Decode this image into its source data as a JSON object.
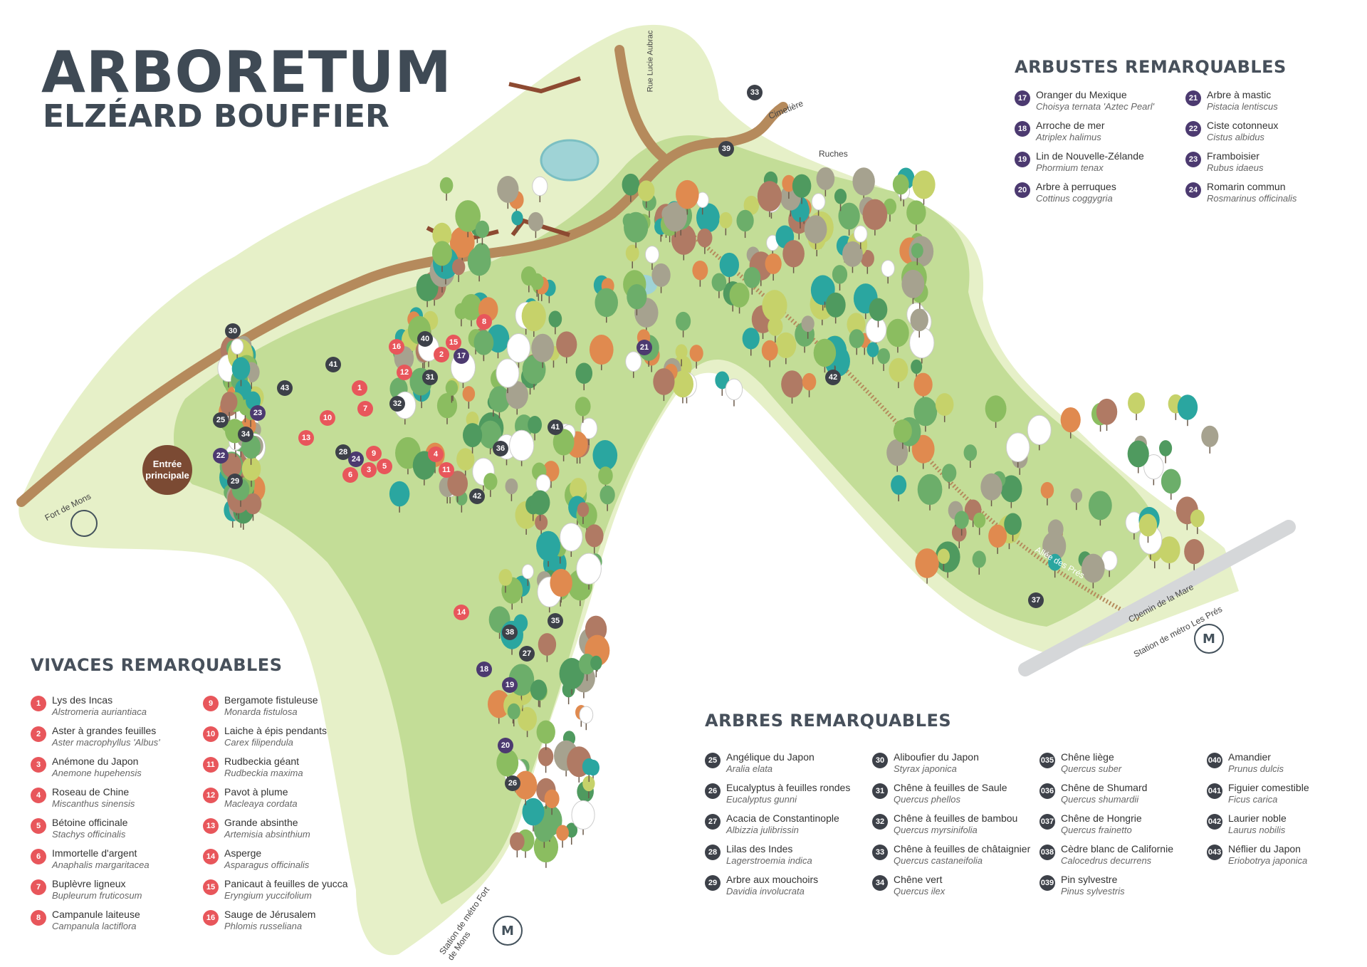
{
  "title": {
    "line1": "ARBORETUM",
    "line2": "ELZÉARD BOUFFIER"
  },
  "colors": {
    "vivaces": "#e8565b",
    "arbustes": "#4c3a70",
    "arbres": "#3d4149",
    "park": "#c3dd97",
    "park_light": "#e6f0c8",
    "path": "#b58a5c",
    "entry": "#7b4a33"
  },
  "map_labels": {
    "entree": "Entrée principale",
    "fort_de_mons": "Fort de Mons",
    "rue_lucie_aubrac": "Rue Lucie Aubrac",
    "cimetiere": "Cimetière",
    "ruches": "Ruches",
    "allee_des_pres": "Allée des Prés",
    "chemin_de_la_mare": "Chemin de la Mare",
    "station_les_pres": "Station de métro Les Prés",
    "station_fort_de_mons": "Station de métro Fort de Mons",
    "metro_icon": "metro-icon",
    "fort_icon": "fort-icon"
  },
  "vivaces": {
    "title": "VIVACES REMARQUABLES",
    "items": [
      {
        "num": "1",
        "name": "Lys des Incas",
        "latin": "Alstromeria auriantiaca"
      },
      {
        "num": "2",
        "name": "Aster à grandes feuilles",
        "latin": "Aster macrophyllus 'Albus'"
      },
      {
        "num": "3",
        "name": "Anémone du Japon",
        "latin": "Anemone hupehensis"
      },
      {
        "num": "4",
        "name": "Roseau de Chine",
        "latin": "Miscanthus sinensis"
      },
      {
        "num": "5",
        "name": "Bétoine officinale",
        "latin": "Stachys officinalis"
      },
      {
        "num": "6",
        "name": "Immortelle d'argent",
        "latin": "Anaphalis margaritacea"
      },
      {
        "num": "7",
        "name": "Buplèvre ligneux",
        "latin": "Bupleurum fruticosum"
      },
      {
        "num": "8",
        "name": "Campanule laiteuse",
        "latin": "Campanula lactiflora"
      },
      {
        "num": "9",
        "name": "Bergamote fistuleuse",
        "latin": "Monarda fistulosa"
      },
      {
        "num": "10",
        "name": "Laiche à épis pendants",
        "latin": "Carex filipendula"
      },
      {
        "num": "11",
        "name": "Rudbeckia géant",
        "latin": "Rudbeckia maxima"
      },
      {
        "num": "12",
        "name": "Pavot à plume",
        "latin": "Macleaya cordata"
      },
      {
        "num": "13",
        "name": "Grande absinthe",
        "latin": "Artemisia absinthium"
      },
      {
        "num": "14",
        "name": "Asperge",
        "latin": "Asparagus officinalis"
      },
      {
        "num": "15",
        "name": "Panicaut à feuilles de yucca",
        "latin": "Eryngium yuccifolium"
      },
      {
        "num": "16",
        "name": "Sauge de Jérusalem",
        "latin": "Phlomis russeliana"
      }
    ]
  },
  "arbustes": {
    "title": "ARBUSTES REMARQUABLES",
    "items": [
      {
        "num": "17",
        "name": "Oranger du Mexique",
        "latin": "Choisya ternata 'Aztec Pearl'"
      },
      {
        "num": "18",
        "name": "Arroche de mer",
        "latin": "Atriplex halimus"
      },
      {
        "num": "19",
        "name": "Lin de Nouvelle-Zélande",
        "latin": "Phormium tenax"
      },
      {
        "num": "20",
        "name": "Arbre à perruques",
        "latin": "Cottinus coggygria"
      },
      {
        "num": "21",
        "name": "Arbre à mastic",
        "latin": "Pistacia lentiscus"
      },
      {
        "num": "22",
        "name": "Ciste cotonneux",
        "latin": "Cistus albidus"
      },
      {
        "num": "23",
        "name": "Framboisier",
        "latin": "Rubus idaeus"
      },
      {
        "num": "24",
        "name": "Romarin commun",
        "latin": "Rosmarinus officinalis"
      }
    ]
  },
  "arbres": {
    "title": "ARBRES REMARQUABLES",
    "items": [
      {
        "num": "25",
        "name": "Angélique du Japon",
        "latin": "Aralia elata"
      },
      {
        "num": "26",
        "name": "Eucalyptus à feuilles rondes",
        "latin": "Eucalyptus gunni"
      },
      {
        "num": "27",
        "name": "Acacia de Constantinople",
        "latin": "Albizzia julibrissin"
      },
      {
        "num": "28",
        "name": "Lilas des Indes",
        "latin": "Lagerstroemia indica"
      },
      {
        "num": "29",
        "name": "Arbre aux mouchoirs",
        "latin": "Davidia involucrata"
      },
      {
        "num": "30",
        "name": "Aliboufier du Japon",
        "latin": "Styrax japonica"
      },
      {
        "num": "31",
        "name": "Chêne à feuilles de Saule",
        "latin": "Quercus phellos"
      },
      {
        "num": "32",
        "name": "Chêne à feuilles de bambou",
        "latin": "Quercus myrsinifolia"
      },
      {
        "num": "33",
        "name": "Chêne à feuilles de châtaignier",
        "latin": "Quercus castaneifolia"
      },
      {
        "num": "34",
        "name": "Chêne vert",
        "latin": "Quercus ilex"
      },
      {
        "num": "035",
        "name": "Chêne liège",
        "latin": "Quercus suber"
      },
      {
        "num": "036",
        "name": "Chêne de Shumard",
        "latin": "Quercus shumardii"
      },
      {
        "num": "037",
        "name": "Chêne de Hongrie",
        "latin": "Quercus frainetto"
      },
      {
        "num": "038",
        "name": "Cèdre blanc de Californie",
        "latin": "Calocedrus decurrens"
      },
      {
        "num": "039",
        "name": "Pin sylvestre",
        "latin": "Pinus sylvestris"
      },
      {
        "num": "040",
        "name": "Amandier",
        "latin": "Prunus dulcis"
      },
      {
        "num": "041",
        "name": "Figuier comestible",
        "latin": "Ficus carica"
      },
      {
        "num": "042",
        "name": "Laurier noble",
        "latin": "Laurus nobilis"
      },
      {
        "num": "043",
        "name": "Néflier du Japon",
        "latin": "Eriobotrya japonica"
      }
    ]
  },
  "markers": {
    "vivaces": [
      "1",
      "2",
      "3",
      "4",
      "5",
      "6",
      "7",
      "8",
      "9",
      "10",
      "11",
      "12",
      "13",
      "14",
      "15",
      "16"
    ],
    "arbustes": [
      "17",
      "18",
      "19",
      "20",
      "21",
      "22",
      "23",
      "24"
    ],
    "arbres": [
      "25",
      "26",
      "27",
      "28",
      "29",
      "30",
      "31",
      "32",
      "33",
      "34",
      "35",
      "36",
      "37",
      "38",
      "39",
      "40",
      "41",
      "42",
      "43",
      "41",
      "42"
    ]
  }
}
